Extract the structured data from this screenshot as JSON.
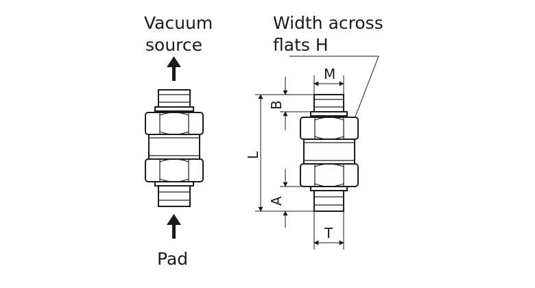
{
  "labels": {
    "vacuum_source_line1": "Vacuum",
    "vacuum_source_line2": "source",
    "pad": "Pad",
    "width_across_flats_line1": "Width across",
    "width_across_flats_line2": "flats H"
  },
  "dimensions": {
    "M": "M",
    "B": "B",
    "L": "L",
    "A": "A",
    "T": "T"
  },
  "colors": {
    "ink": "#1a1a1a",
    "background": "#ffffff"
  }
}
